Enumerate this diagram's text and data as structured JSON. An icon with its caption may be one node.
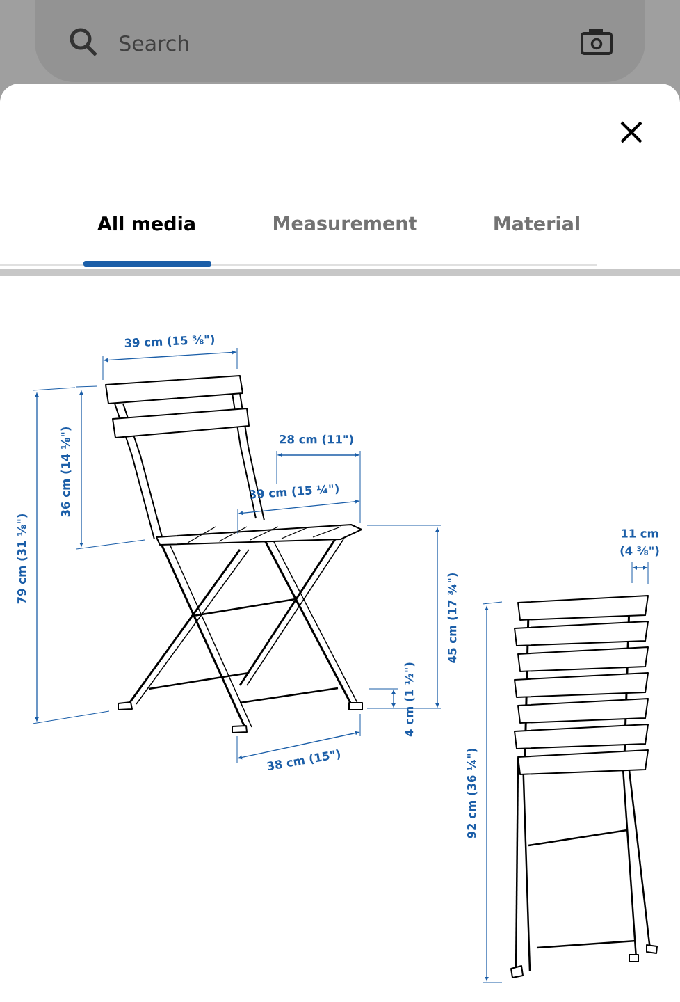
{
  "diagram": {
    "labels": [
      "Search",
      "All media",
      "Measurement",
      "Material",
      "39 cm (15 ⅜\")",
      "28 cm (11\")",
      "39 cm (15 ¼\")",
      "36 cm (14 ⅛\")",
      "79 cm (31 ⅛\")",
      "45 cm (17 ¾\")",
      "11 cm (4 ⅜\")",
      "4 cm (1 ½\")",
      "38 cm (15\")",
      "92 cm (36 ¼\")"
    ]
  }
}
